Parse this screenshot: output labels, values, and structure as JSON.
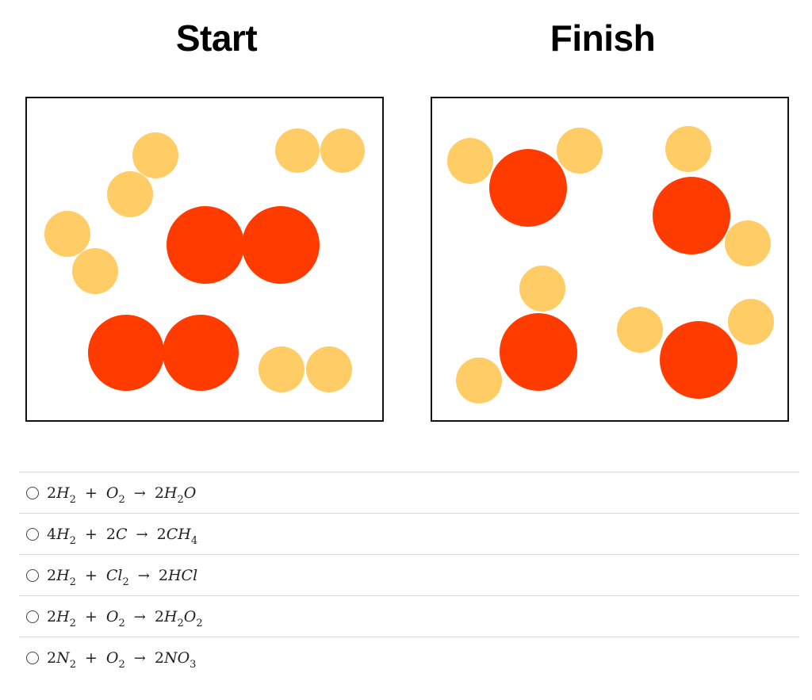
{
  "panels": {
    "start_title": "Start",
    "finish_title": "Finish"
  },
  "colors": {
    "red_atom": "#ff3b00",
    "yellow_atom": "#ffcc66",
    "border": "#111111"
  },
  "choices": [
    {
      "id": "a",
      "reactants": [
        {
          "coef": "2",
          "el": "H",
          "sub": "2"
        },
        {
          "coef": "",
          "el": "O",
          "sub": "2"
        }
      ],
      "products": [
        {
          "coef": "2",
          "el": "H",
          "sub": "2",
          "el2": "O",
          "sub2": ""
        }
      ]
    },
    {
      "id": "b",
      "reactants": [
        {
          "coef": "4",
          "el": "H",
          "sub": "2"
        },
        {
          "coef": "2",
          "el": "C",
          "sub": ""
        }
      ],
      "products": [
        {
          "coef": "2",
          "el": "CH",
          "sub": "4",
          "el2": "",
          "sub2": ""
        }
      ]
    },
    {
      "id": "c",
      "reactants": [
        {
          "coef": "2",
          "el": "H",
          "sub": "2"
        },
        {
          "coef": "",
          "el": "Cl",
          "sub": "2"
        }
      ],
      "products": [
        {
          "coef": "2",
          "el": "HCl",
          "sub": "",
          "el2": "",
          "sub2": ""
        }
      ]
    },
    {
      "id": "d",
      "reactants": [
        {
          "coef": "2",
          "el": "H",
          "sub": "2"
        },
        {
          "coef": "",
          "el": "O",
          "sub": "2"
        }
      ],
      "products": [
        {
          "coef": "2",
          "el": "H",
          "sub": "2",
          "el2": "O",
          "sub2": "2"
        }
      ]
    },
    {
      "id": "e",
      "reactants": [
        {
          "coef": "2",
          "el": "N",
          "sub": "2"
        },
        {
          "coef": "",
          "el": "O",
          "sub": "2"
        }
      ],
      "products": [
        {
          "coef": "2",
          "el": "NO",
          "sub": "3",
          "el2": "",
          "sub2": ""
        }
      ]
    }
  ],
  "symbols": {
    "plus": "+",
    "arrow": "→"
  }
}
